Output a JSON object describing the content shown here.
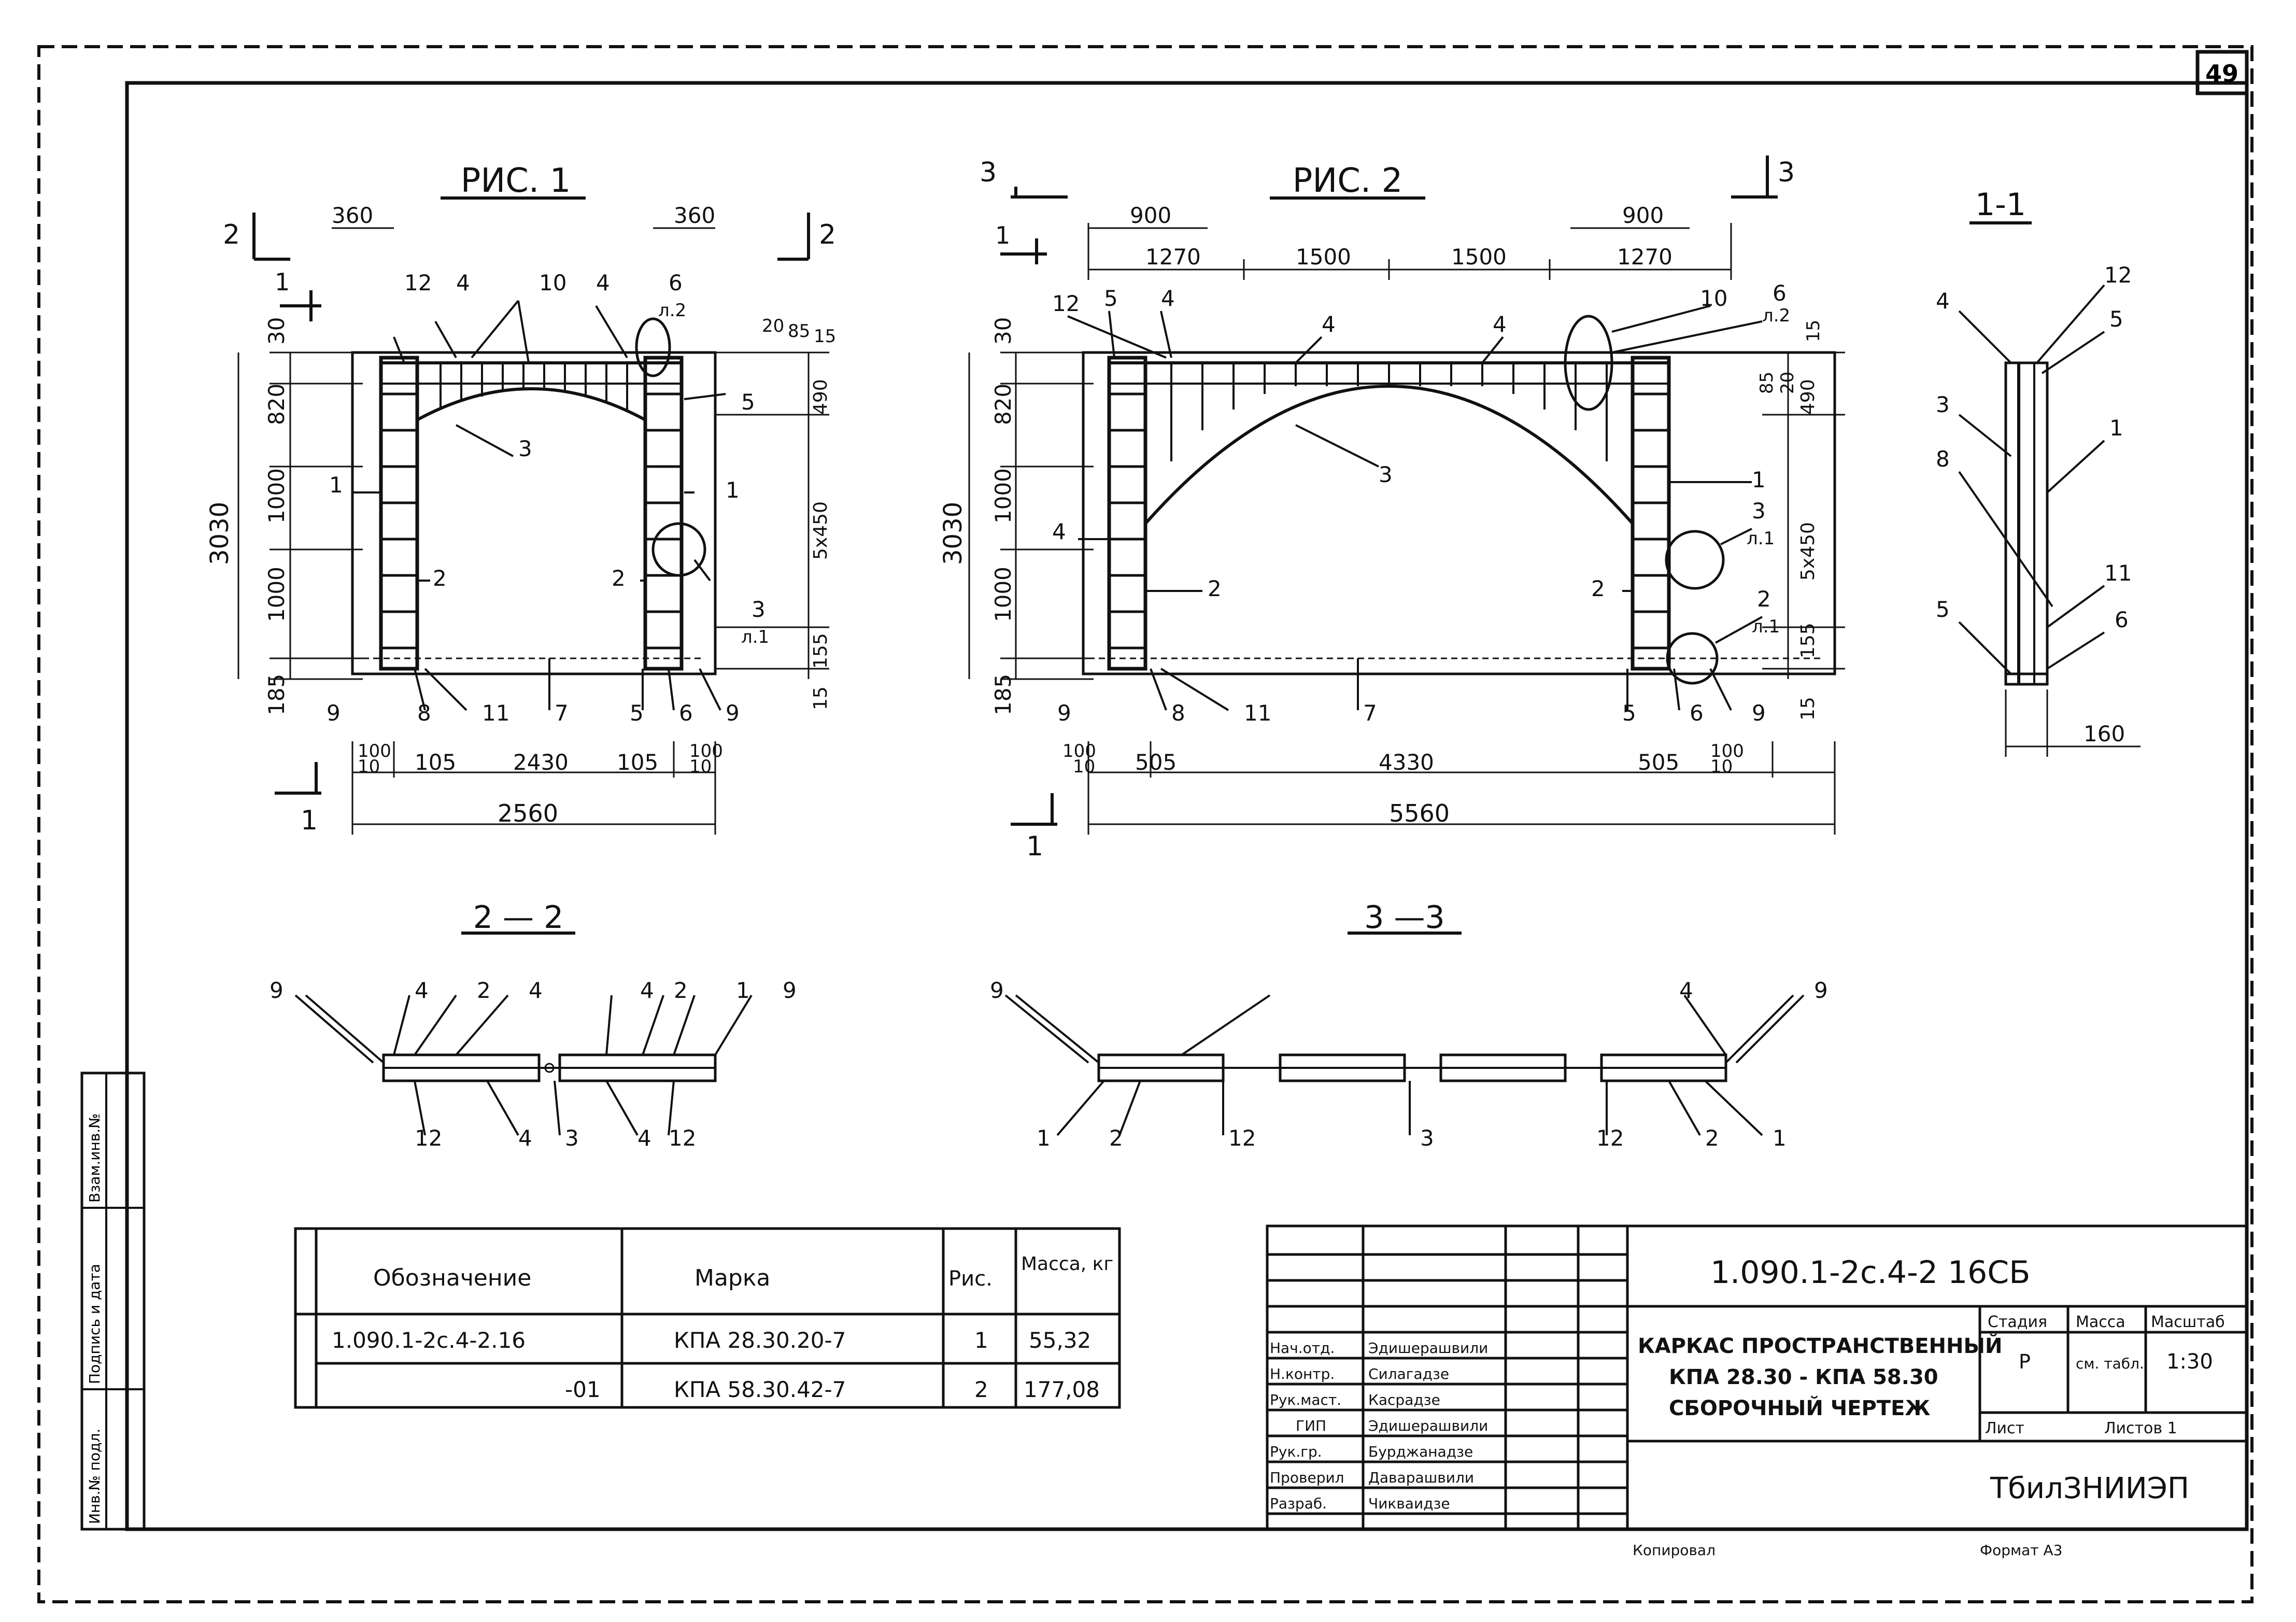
{
  "sheet": {
    "page_number": "49",
    "copy_label": "Копировал",
    "format_label": "Формат А3"
  },
  "fig1": {
    "title": "РИС. 1",
    "dims_top": [
      "360",
      "360"
    ],
    "dims_left": [
      "30",
      "820",
      "1000",
      "1000",
      "185"
    ],
    "overall_height": "3030",
    "dims_right": [
      "20",
      "85",
      "15",
      "490",
      "5x450",
      "155",
      "15"
    ],
    "dims_bottom_row1": [
      "100",
      "10",
      "105",
      "2430",
      "105",
      "100",
      "10"
    ],
    "overall_width": "2560",
    "callouts_top": [
      "12",
      "4",
      "10",
      "4",
      "6",
      "л.2"
    ],
    "callouts_side": [
      "1",
      "2",
      "3",
      "5",
      "1",
      "2",
      "3",
      "л.1"
    ],
    "callouts_bottom": [
      "9",
      "8",
      "11",
      "7",
      "5",
      "6",
      "9"
    ],
    "section_marks": [
      "2",
      "1",
      "2",
      "1"
    ]
  },
  "fig2": {
    "title": "РИС. 2",
    "dims_top_row1": [
      "900",
      "900"
    ],
    "dims_top_row2": [
      "1270",
      "1500",
      "1500",
      "1270"
    ],
    "dims_left": [
      "30",
      "820",
      "1000",
      "1000",
      "185"
    ],
    "overall_height": "3030",
    "dims_right": [
      "15",
      "85",
      "20",
      "490",
      "5x450",
      "155",
      "15"
    ],
    "dims_bottom_row1": [
      "100",
      "10",
      "505",
      "4330",
      "505",
      "100",
      "10"
    ],
    "overall_width": "5560",
    "callouts_top": [
      "12",
      "5",
      "4",
      "4",
      "4",
      "10",
      "6",
      "л.2"
    ],
    "callouts_side": [
      "4",
      "3",
      "2",
      "1",
      "3",
      "л.1",
      "2",
      "2",
      "л.1"
    ],
    "callouts_bottom": [
      "9",
      "8",
      "11",
      "7",
      "5",
      "6",
      "9"
    ],
    "section_marks": [
      "3",
      "3",
      "1",
      "1"
    ]
  },
  "sec11": {
    "title": "1-1",
    "callouts": [
      "4",
      "12",
      "5",
      "3",
      "1",
      "8",
      "5",
      "11",
      "6"
    ],
    "width_dim": "160"
  },
  "sec22": {
    "title": "2 — 2",
    "callouts_top": [
      "9",
      "4",
      "2",
      "4",
      "4",
      "2",
      "1",
      "9"
    ],
    "callouts_bottom": [
      "12",
      "4",
      "3",
      "4",
      "12"
    ]
  },
  "sec33": {
    "title": "3 —3",
    "callouts_top": [
      "9",
      "4",
      "9"
    ],
    "callouts_bottom": [
      "1",
      "2",
      "12",
      "3",
      "12",
      "2",
      "1"
    ]
  },
  "spec_table": {
    "headers": [
      "Обозначение",
      "Марка",
      "Рис.",
      "Масса, кг"
    ],
    "rows": [
      [
        "1.090.1-2с.4-2.16",
        "КПА 28.30.20-7",
        "1",
        "55,32"
      ],
      [
        "-01",
        "КПА 58.30.42-7",
        "2",
        "177,08"
      ]
    ]
  },
  "side_stamp": {
    "labels": [
      "Взам.инв.№",
      "Подпись и дата",
      "Инв.№ подл."
    ]
  },
  "title_block": {
    "doc_code": "1.090.1-2с.4-2 16СБ",
    "title_lines": [
      "КАРКАС ПРОСТРАНСТВЕННЫЙ",
      "КПА 28.30 - КПА 58.30",
      "СБОРОЧНЫЙ ЧЕРТЕЖ"
    ],
    "roles": [
      [
        "Нач.отд.",
        "Эдишерашвили"
      ],
      [
        "Н.контр.",
        "Силагадзе"
      ],
      [
        "Рук.маст.",
        "Касрадзе"
      ],
      [
        "ГИП",
        "Эдишерашвили"
      ],
      [
        "Рук.гр.",
        "Бурджанадзе"
      ],
      [
        "Проверил",
        "Даварашвили"
      ],
      [
        "Разраб.",
        "Чикваидзе"
      ]
    ],
    "stage_header": "Стадия",
    "mass_header": "Масса",
    "scale_header": "Масштаб",
    "stage_value": "Р",
    "mass_value": "см. табл.",
    "scale_value": "1:30",
    "sheet_label": "Лист",
    "sheets_label": "Листов 1",
    "organization": "ТбилЗНИИЭП"
  }
}
